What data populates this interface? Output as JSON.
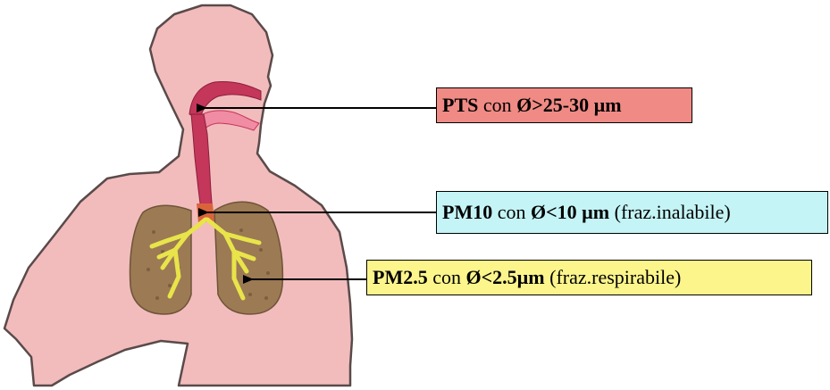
{
  "labels": {
    "pts": {
      "name": "PTS",
      "mid": " con ",
      "size": "Ø>25-30 µm",
      "tail": "",
      "bg": "#f08a84"
    },
    "pm10": {
      "name": "PM10",
      "mid": " con ",
      "size": "Ø<10 µm",
      "tail": " (fraz.inalabile)",
      "bg": "#c4f4f6"
    },
    "pm25": {
      "name": "PM2.5",
      "mid": " con ",
      "size": "Ø<2.5µm",
      "tail": " (fraz.respirabile)",
      "bg": "#fbf58c"
    }
  },
  "colors": {
    "skin": "#f2bcbc",
    "skin_outline": "#5a4a4a",
    "airway": "#c4365a",
    "airway_light": "#f08ca4",
    "lung": "#9c7a54",
    "lung_dark": "#6e5438",
    "bronchi": "#e8e44a",
    "arrow": "#000000"
  },
  "icons": [
    "human-torso-illustration",
    "respiratory-tract-icon",
    "lungs-icon",
    "arrow-icon"
  ]
}
